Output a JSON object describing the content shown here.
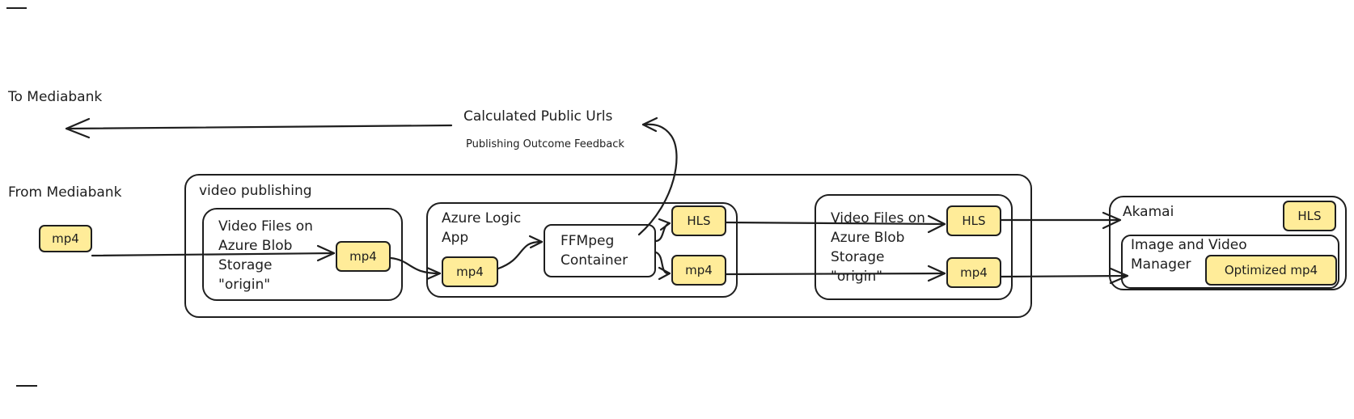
{
  "labels": {
    "to_mediabank": "To Mediabank",
    "from_mediabank": "From Mediabank",
    "calculated_urls": "Calculated Public Urls",
    "publishing_feedback": "Publishing Outcome Feedback"
  },
  "video_publishing": {
    "title": "video publishing",
    "origin_storage": {
      "label": "Video Files on\nAzure Blob\nStorage\n\"origin\"",
      "file": "mp4"
    },
    "logic_app": {
      "label": "Azure Logic\nApp",
      "input": "mp4",
      "ffmpeg": "FFMpeg\nContainer",
      "out_hls": "HLS",
      "out_mp4": "mp4"
    },
    "output_storage": {
      "label": "Video Files on\nAzure Blob\nStorage\n\"origin\"",
      "hls": "HLS",
      "mp4": "mp4"
    }
  },
  "source_file": "mp4",
  "akamai": {
    "title": "Akamai",
    "hls": "HLS",
    "ivm": {
      "label": "Image and Video\nManager",
      "output": "Optimized mp4"
    }
  }
}
